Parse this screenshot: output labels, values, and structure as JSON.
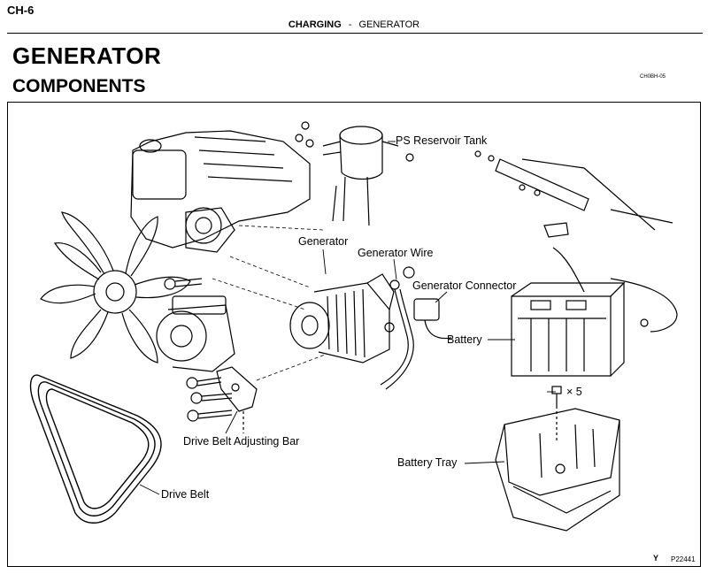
{
  "page": {
    "number": "CH-6",
    "section": "CHARGING",
    "separator": "-",
    "subsection": "GENERATOR",
    "title": "GENERATOR",
    "subtitle": "COMPONENTS",
    "figure_code": "CH0BH-05"
  },
  "figure": {
    "labels": {
      "ps_reservoir_tank": "PS Reservoir Tank",
      "generator": "Generator",
      "generator_wire": "Generator Wire",
      "generator_connector": "Generator Connector",
      "battery": "Battery",
      "bolt_qty": "× 5",
      "drive_belt_adjusting_bar": "Drive Belt Adjusting Bar",
      "battery_tray": "Battery Tray",
      "drive_belt": "Drive Belt"
    },
    "orientation_mark": "Y",
    "reference": "P22441"
  }
}
